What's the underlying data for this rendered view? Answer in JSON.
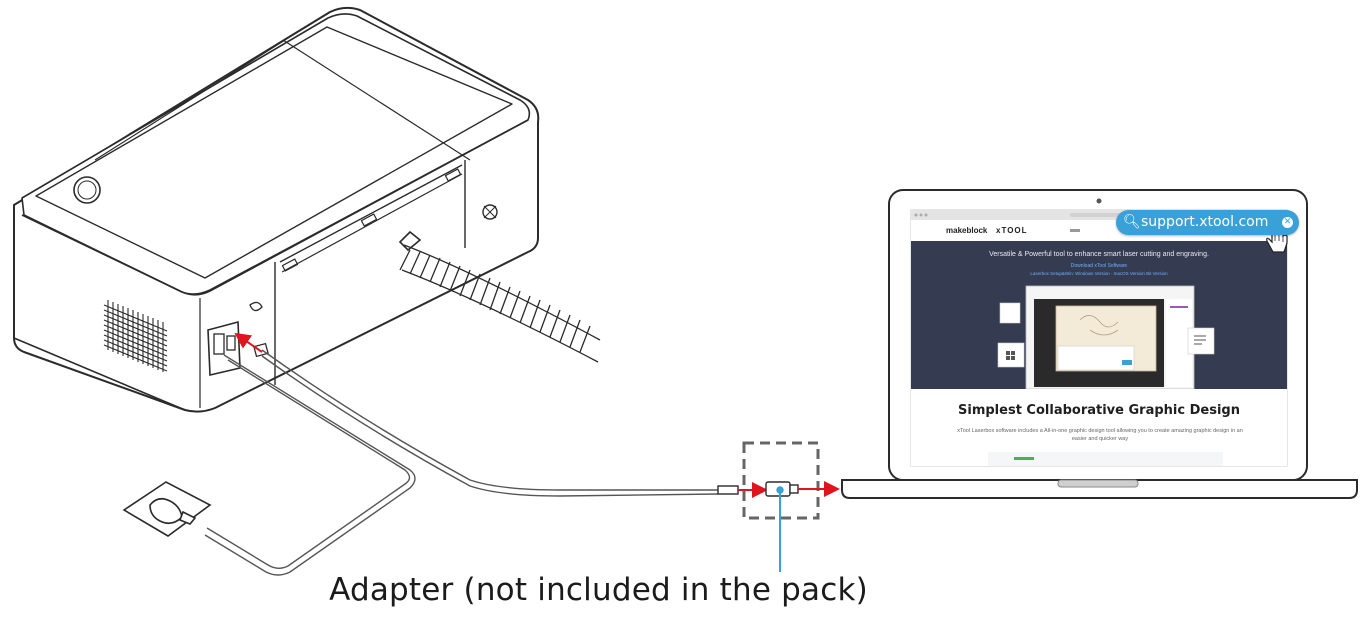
{
  "caption": "Adapter (not included in the pack)",
  "laptop_screen": {
    "url_bubble": "support.xtool.com",
    "brand_left": "makeblock",
    "brand_right": "xTOOL",
    "hero_line1": "Versatile & Powerful tool to enhance smart laser cutting and engraving.",
    "hero_line2": "Download xTool Software",
    "hero_line3": "Laserbox Setup&Win: Windows Version · macOS Version  Bit Version",
    "section_title": "Simplest Collaborative Graphic Design",
    "section_desc": "xTool Laserbox software includes a All-in-one graphic design tool allowing you to create amazing graphic design in an easier and quicker way"
  },
  "colors": {
    "outline": "#2b2b2b",
    "arrow": "#e0141e",
    "accent": "#3aa0d8",
    "hero_bg": "#353c52"
  },
  "icons": [
    "magnifier-icon",
    "close-icon",
    "hand-cursor-icon",
    "camera-icon"
  ]
}
